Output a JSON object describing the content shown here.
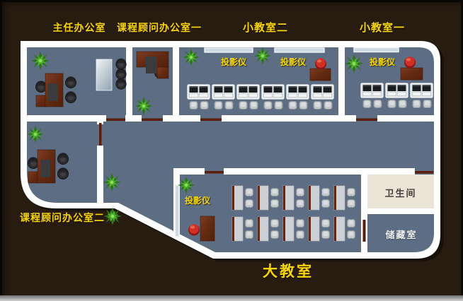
{
  "labels": {
    "director_office": "主任办公室",
    "consultant_office_1": "课程顾问办公室一",
    "consultant_office_2": "课程顾问办公室二",
    "small_classroom_2": "小教室二",
    "small_classroom_1": "小教室一",
    "big_classroom": "大教室",
    "bathroom": "卫生间",
    "storage": "储藏室",
    "projector": "投影仪"
  },
  "colors": {
    "background": "#281c11",
    "floor_blue": "#5d6e84",
    "wall_white": "#ffffff",
    "label_yellow": "#f5d408",
    "bathroom_floor": "#eae5d7",
    "door_threshold": "#5a1e0b",
    "desk_wood_dark": "#63300f",
    "projector_red": "#d03026",
    "plant_green": "#4fae2d",
    "table_gray": "#cdd1d5",
    "bottom_strip_gray": "#c2c2c2"
  },
  "furniture_counts": {
    "projector_units": 3,
    "projector_text_labels": 4,
    "computer_desks_small_classroom_2": 6,
    "computer_desks_small_classroom_1": 3,
    "big_classroom_tables": 10,
    "plants": 9
  },
  "icons": {
    "plant-icon": "green starburst pot plant",
    "projector-icon": "red round projector",
    "office-chair-icon": "dark round swivel chair",
    "student-chair-icon": "gray square stool",
    "whiteboard-icon": "light wall strip",
    "door-threshold-icon": "dark red door line"
  }
}
